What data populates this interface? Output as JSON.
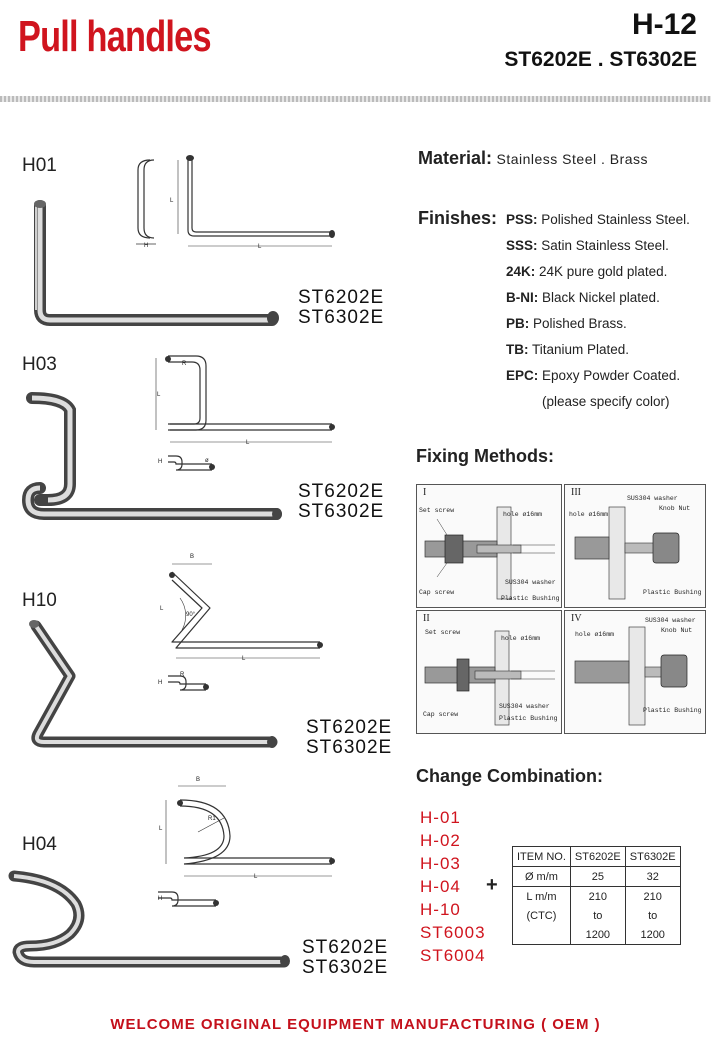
{
  "header": {
    "title": "Pull handles",
    "code": "H-12",
    "models": "ST6202E . ST6302E"
  },
  "products": [
    {
      "id": "H01",
      "models": [
        "ST6202E",
        "ST6302E"
      ]
    },
    {
      "id": "H03",
      "models": [
        "ST6202E",
        "ST6302E"
      ]
    },
    {
      "id": "H10",
      "models": [
        "ST6202E",
        "ST6302E"
      ]
    },
    {
      "id": "H04",
      "models": [
        "ST6202E",
        "ST6302E"
      ]
    }
  ],
  "dims": {
    "H": "H",
    "L": "L",
    "B": "B",
    "R": "R",
    "R1": "R1",
    "P": "ø",
    "angle": "90°"
  },
  "material": {
    "label": "Material:",
    "value": "Stainless Steel . Brass"
  },
  "finishes": {
    "label": "Finishes:",
    "items": [
      {
        "code": "PSS:",
        "text": "Polished Stainless Steel."
      },
      {
        "code": "SSS:",
        "text": "Satin Stainless Steel."
      },
      {
        "code": "24K:",
        "text": "24K pure gold plated."
      },
      {
        "code": "B-NI:",
        "text": "Black Nickel plated."
      },
      {
        "code": "PB:",
        "text": "Polished Brass."
      },
      {
        "code": "TB:",
        "text": "Titanium Plated."
      },
      {
        "code": "EPC:",
        "text": "Epoxy Powder Coated."
      },
      {
        "code": "",
        "text": "(please specify color)"
      }
    ]
  },
  "fixing": {
    "title": "Fixing Methods:",
    "panels": [
      {
        "roman": "I",
        "notes": [
          "Set screw",
          "hole ø16mm",
          "Cap screw",
          "SUS304 washer",
          "Plastic Bushing"
        ]
      },
      {
        "roman": "III",
        "notes": [
          "SUS304 washer",
          "hole ø16mm",
          "Knob Nut",
          "Plastic Bushing"
        ]
      },
      {
        "roman": "II",
        "notes": [
          "Set screw",
          "hole ø16mm",
          "Cap screw",
          "SUS304 washer",
          "Plastic Bushing"
        ]
      },
      {
        "roman": "IV",
        "notes": [
          "SUS304 washer",
          "hole ø16mm",
          "Knob Nut",
          "Plastic Bushing"
        ]
      }
    ]
  },
  "change": {
    "title": "Change Combination:",
    "items": [
      "H-01",
      "H-02",
      "H-03",
      "H-04",
      "H-10",
      "ST6003",
      "ST6004"
    ],
    "plus": "+",
    "table": {
      "headers": [
        "ITEM NO.",
        "ST6202E",
        "ST6302E"
      ],
      "rows": [
        [
          "Ø m/m",
          "25",
          "32"
        ],
        [
          "L m/m",
          "210",
          "210"
        ],
        [
          "(CTC)",
          "to",
          "to"
        ],
        [
          "",
          "1200",
          "1200"
        ]
      ]
    }
  },
  "footer": {
    "text": "WELCOME ORIGINAL EQUIPMENT MANUFACTURING ( OEM )"
  },
  "colors": {
    "brand_red": "#d0141e",
    "text": "#222222"
  }
}
